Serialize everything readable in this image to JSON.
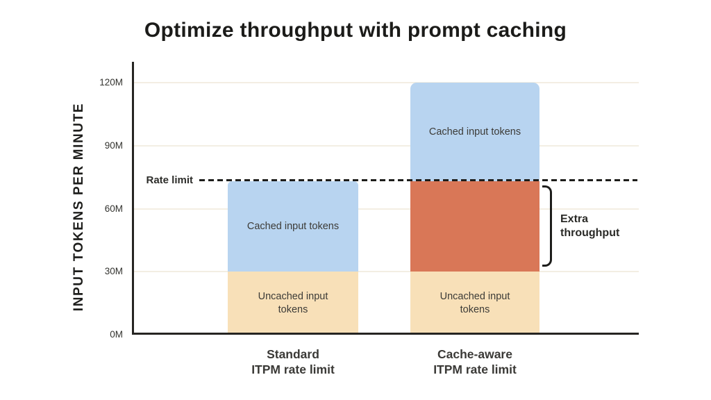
{
  "colors": {
    "background": "#ffffff",
    "bar_cached_blue": "#b8d4f0",
    "bar_uncached_tan": "#f8e0b8",
    "bar_extra_orange": "#d97757",
    "axis": "#262522",
    "gridline": "#f3eee3",
    "dashed_line": "#1d1d1b",
    "text_dark": "#1b1b19",
    "text_bar_label": "#3c3b37"
  },
  "chart_data": {
    "type": "bar",
    "stacked": true,
    "title": "Optimize throughput with prompt caching",
    "ylabel": "INPUT TOKENS PER MINUTE",
    "xlabel": "",
    "ylim": [
      0,
      120
    ],
    "unit": "M",
    "grid": "horizontal",
    "legend": "none",
    "yticks": [
      {
        "label": "0M",
        "value": 0
      },
      {
        "label": "30M",
        "value": 30
      },
      {
        "label": "60M",
        "value": 60
      },
      {
        "label": "90M",
        "value": 90
      },
      {
        "label": "120M",
        "value": 120
      }
    ],
    "categories": [
      [
        "Standard",
        "ITPM rate limit"
      ],
      [
        "Cache-aware",
        "ITPM rate limit"
      ]
    ],
    "series": [
      {
        "name": "Uncached input tokens",
        "values": [
          30,
          30
        ],
        "color": "#f8e0b8"
      },
      {
        "name": "Extra throughput",
        "values": [
          0,
          43
        ],
        "color": "#d97757"
      },
      {
        "name": "Cached input tokens",
        "values": [
          43,
          47
        ],
        "color": "#b8d4f0"
      }
    ],
    "rate_limit": {
      "label": "Rate limit",
      "value": 73
    },
    "annotation": {
      "lines": [
        "Extra",
        "throughput"
      ]
    }
  }
}
